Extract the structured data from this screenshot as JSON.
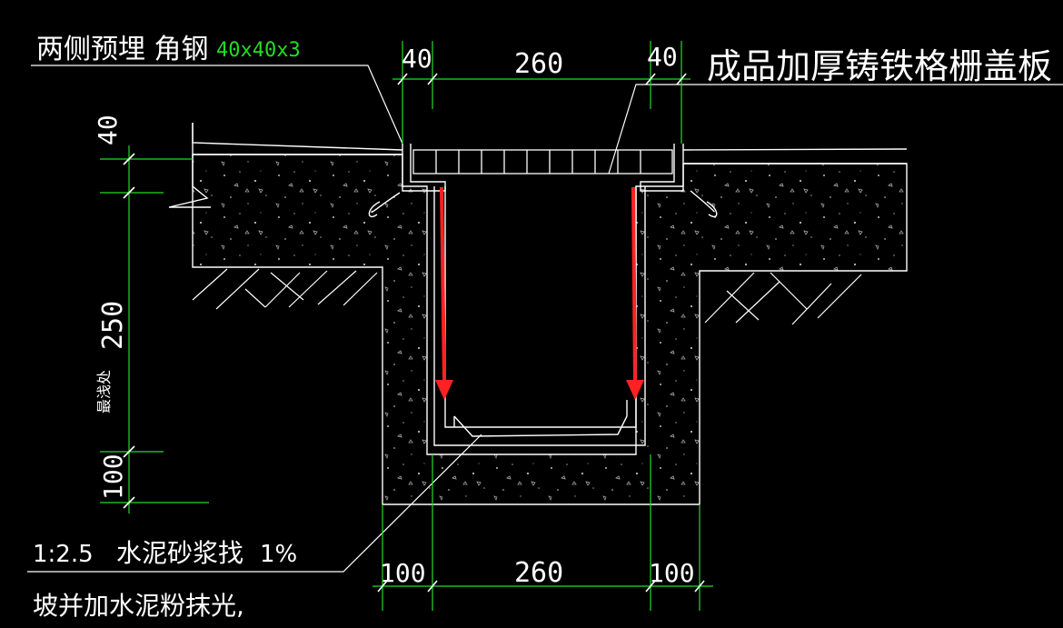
{
  "labels": {
    "embedded_angle": "两侧预埋   角钢",
    "angle_spec": "40x40x3",
    "cover_plate": "成品加厚铸铁格栅盖板",
    "mortar_line1_ratio": "1:2.5",
    "mortar_line1_text": "水泥砂浆找",
    "mortar_line1_slope": "1%",
    "mortar_line2": "坡并加水泥粉抹光,",
    "shallowest": "最浅处"
  },
  "dimensions": {
    "top_left": "40",
    "top_mid": "260",
    "top_right": "40",
    "bottom_left": "100",
    "bottom_mid": "260",
    "bottom_right": "100",
    "vert_top": "40",
    "vert_mid": "250",
    "vert_bottom": "100"
  },
  "colors": {
    "background": "#000000",
    "lines": "#ffffff",
    "dimension": "#22dd22",
    "arrow": "#ff2222"
  }
}
